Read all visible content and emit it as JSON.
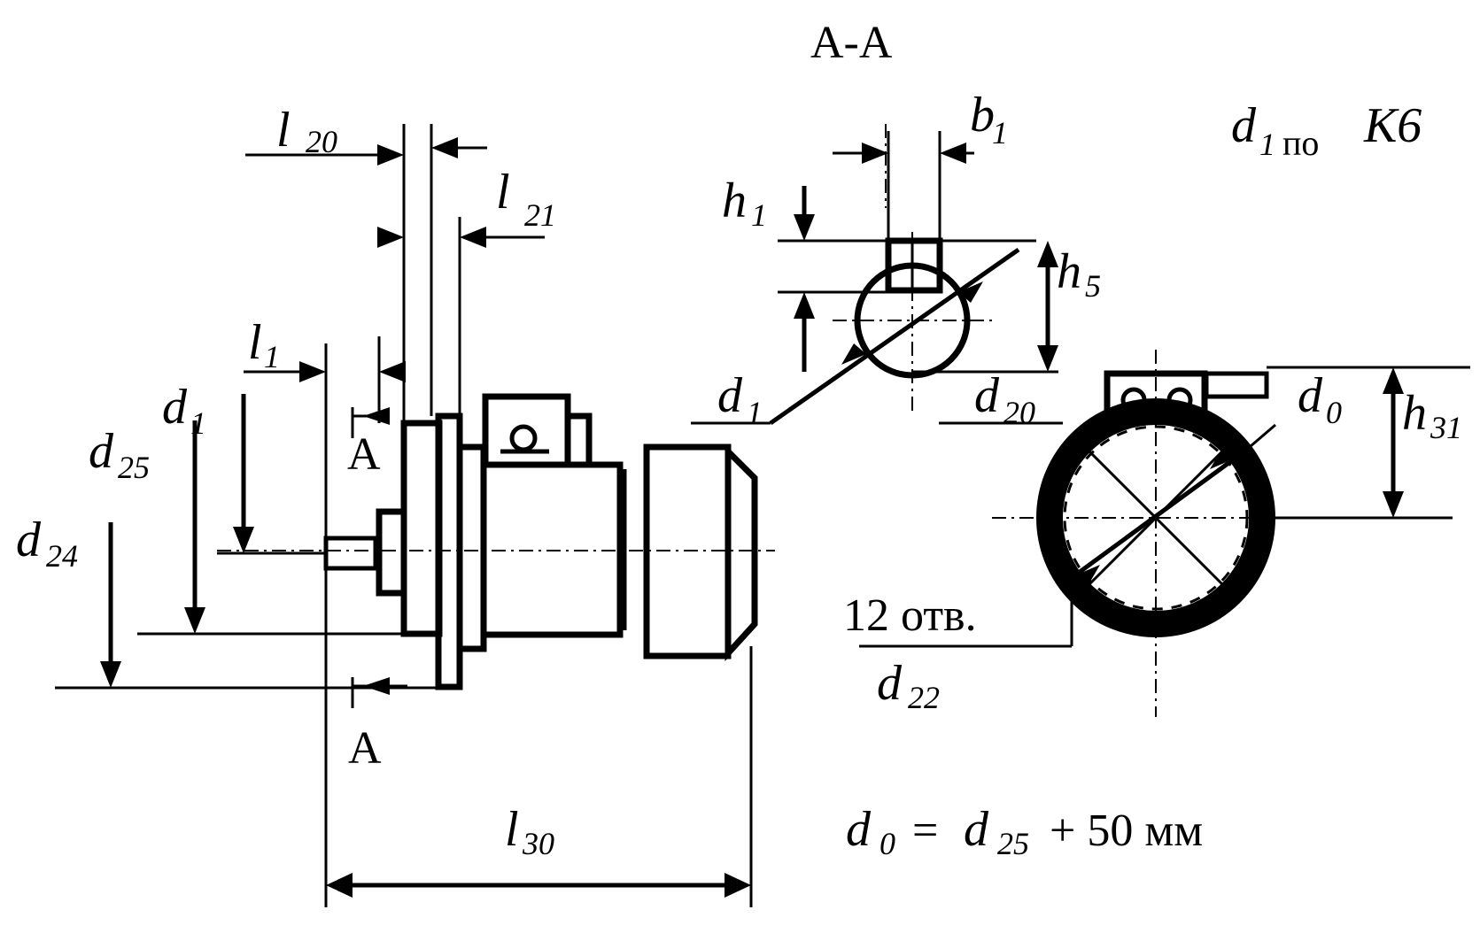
{
  "section_title": "А-А",
  "note_tolerance": {
    "sym": "d",
    "sub": "1",
    "word": "по",
    "grade": "К6"
  },
  "formula": {
    "lhs": "d",
    "lhs_sub": "0",
    "eq": "=",
    "rhs": "d",
    "rhs_sub": "25",
    "tail": "+ 50 мм"
  },
  "holes_note": "12 отв.",
  "section_marks": [
    "А",
    "А"
  ],
  "dims": {
    "l20": {
      "sym": "l",
      "sub": "20"
    },
    "l21": {
      "sym": "l",
      "sub": "21"
    },
    "l1": {
      "sym": "l",
      "sub": "1"
    },
    "l30": {
      "sym": "l",
      "sub": "30"
    },
    "d1_left": {
      "sym": "d",
      "sub": "1"
    },
    "d25": {
      "sym": "d",
      "sub": "25"
    },
    "d24": {
      "sym": "d",
      "sub": "24"
    },
    "b1": {
      "sym": "b",
      "sub": "1"
    },
    "h1": {
      "sym": "h",
      "sub": "1"
    },
    "h5": {
      "sym": "h",
      "sub": "5"
    },
    "d1_sect": {
      "sym": "d",
      "sub": "1"
    },
    "d20": {
      "sym": "d",
      "sub": "20"
    },
    "d0": {
      "sym": "d",
      "sub": "0"
    },
    "h31": {
      "sym": "h",
      "sub": "31"
    },
    "d22": {
      "sym": "d",
      "sub": "22"
    }
  }
}
